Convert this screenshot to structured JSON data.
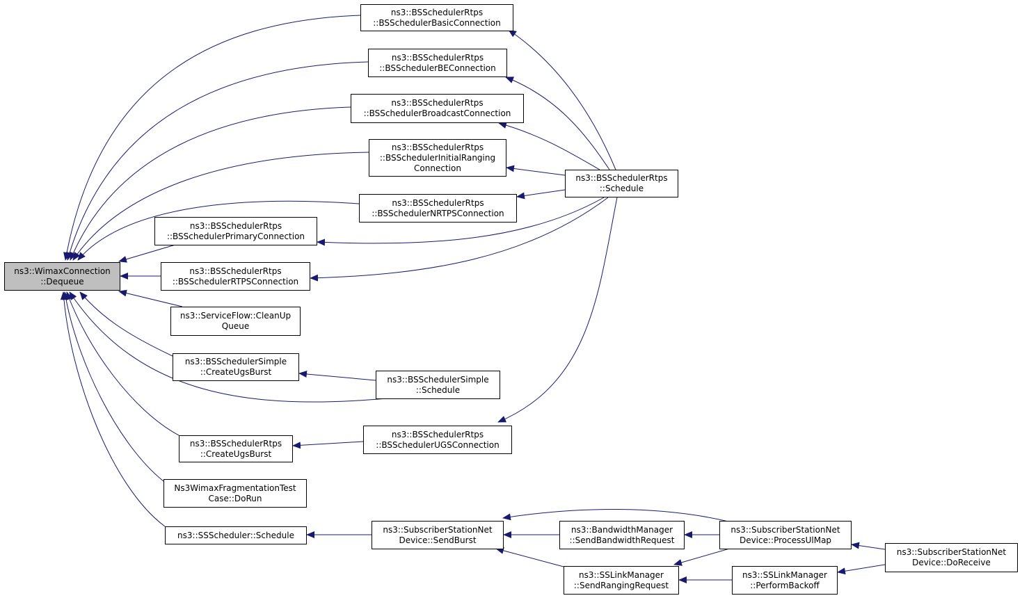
{
  "colors": {
    "edge": "#191970",
    "root_fill": "#bfbfbf",
    "node_fill": "#ffffff",
    "border": "#000000"
  },
  "nodes": {
    "root": [
      "ns3::WimaxConnection",
      "::Dequeue"
    ],
    "basic": [
      "ns3::BSSchedulerRtps",
      "::BSSchedulerBasicConnection"
    ],
    "be": [
      "ns3::BSSchedulerRtps",
      "::BSSchedulerBEConnection"
    ],
    "broadcast": [
      "ns3::BSSchedulerRtps",
      "::BSSchedulerBroadcastConnection"
    ],
    "initial": [
      "ns3::BSSchedulerRtps",
      "::BSSchedulerInitialRanging",
      "Connection"
    ],
    "nrtps": [
      "ns3::BSSchedulerRtps",
      "::BSSchedulerNRTPSConnection"
    ],
    "primary": [
      "ns3::BSSchedulerRtps",
      "::BSSchedulerPrimaryConnection"
    ],
    "rtps_conn": [
      "ns3::BSSchedulerRtps",
      "::BSSchedulerRTPSConnection"
    ],
    "cleanup": [
      "ns3::ServiceFlow::CleanUp",
      "Queue"
    ],
    "simple_ugs": [
      "ns3::BSSchedulerSimple",
      "::CreateUgsBurst"
    ],
    "rtps_ugsburst": [
      "ns3::BSSchedulerRtps",
      "::CreateUgsBurst"
    ],
    "frag": [
      "Ns3WimaxFragmentationTest",
      "Case::DoRun"
    ],
    "ss_sched": [
      "ns3::SSScheduler::Schedule"
    ],
    "rtps_sched": [
      "ns3::BSSchedulerRtps",
      "::Schedule"
    ],
    "simple_sched": [
      "ns3::BSSchedulerSimple",
      "::Schedule"
    ],
    "ugs_conn": [
      "ns3::BSSchedulerRtps",
      "::BSSchedulerUGSConnection"
    ],
    "sendburst": [
      "ns3::SubscriberStationNet",
      "Device::SendBurst"
    ],
    "bwreq": [
      "ns3::BandwidthManager",
      "::SendBandwidthRequest"
    ],
    "ranging": [
      "ns3::SSLinkManager",
      "::SendRangingRequest"
    ],
    "ulmap": [
      "ns3::SubscriberStationNet",
      "Device::ProcessUlMap"
    ],
    "backoff": [
      "ns3::SSLinkManager",
      "::PerformBackoff"
    ],
    "doreceive": [
      "ns3::SubscriberStationNet",
      "Device::DoReceive"
    ]
  }
}
